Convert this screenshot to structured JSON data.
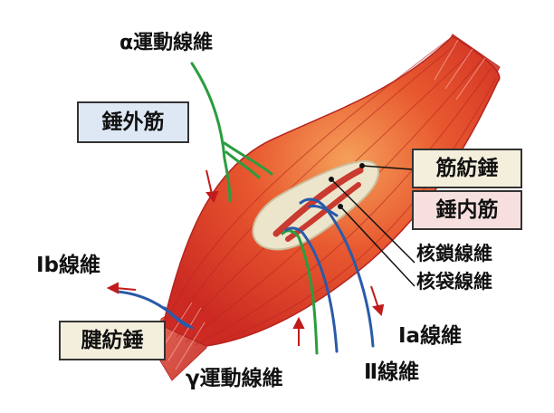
{
  "labels": {
    "alpha_motor": "α運動線維",
    "extrafusal": "錘外筋",
    "muscle_spindle": "筋紡錘",
    "intrafusal": "錘内筋",
    "nuclear_chain": "核鎖線維",
    "nuclear_bag": "核袋線維",
    "ib_fiber": "Ⅰb線維",
    "golgi_tendon": "腱紡錘",
    "ia_fiber": "Ⅰa線維",
    "ii_fiber": "Ⅱ線維",
    "gamma_motor": "γ運動線維"
  },
  "colors": {
    "muscle": "#e0392e",
    "muscle_highlight": "#f08a4a",
    "muscle_dark": "#b82222",
    "tendon": "#d9534a",
    "spindle_capsule": "#ede4cc",
    "spindle_fiber": "#c93a2f",
    "motor_nerve": "#2a9d3f",
    "sensory_nerve": "#2a5aa8",
    "arrow": "#c21b1b",
    "box_blue": "#dde8f4",
    "box_cream": "#f3efdc",
    "box_pink": "#f7dfdf"
  }
}
